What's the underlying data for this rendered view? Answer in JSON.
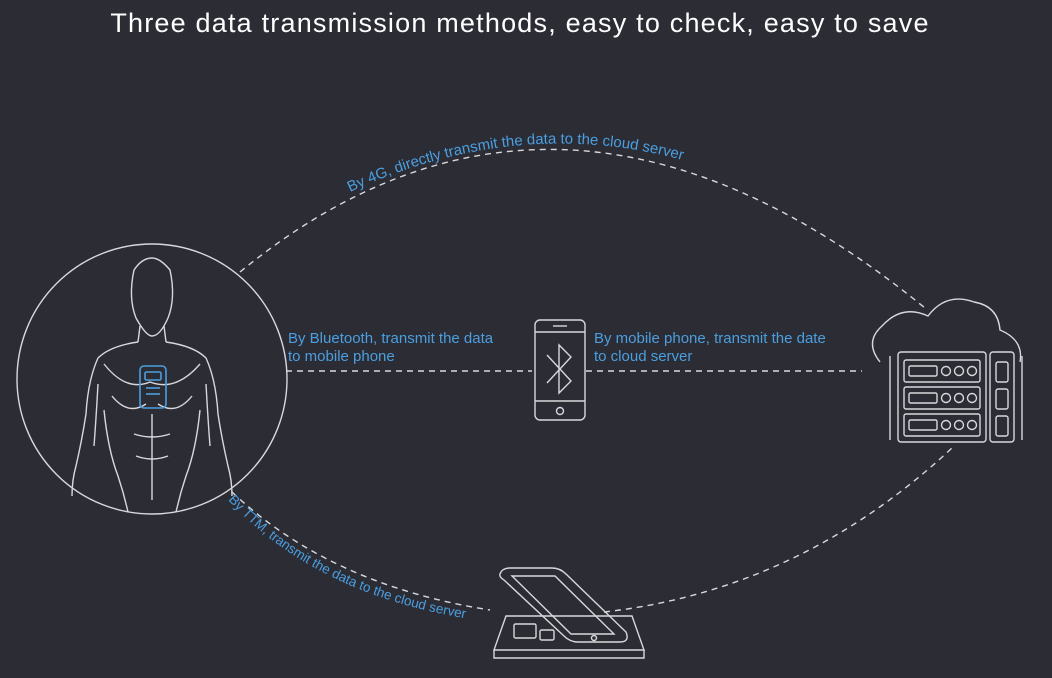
{
  "title": "Three data transmission methods, easy to check, easy to save",
  "links": {
    "via_4g": "By 4G, directly transmit the data to the cloud server",
    "bluetooth_line1": "By Bluetooth, transmit the data",
    "bluetooth_line2": "to mobile phone",
    "phone_line1": "By mobile phone, transmit the date",
    "phone_line2": "to cloud server",
    "via_ttm": "By TTM, transmit the data to the cloud server"
  },
  "colors": {
    "background": "#2c2c35",
    "accent": "#4a9fe0",
    "line": "#d8d8dc"
  }
}
